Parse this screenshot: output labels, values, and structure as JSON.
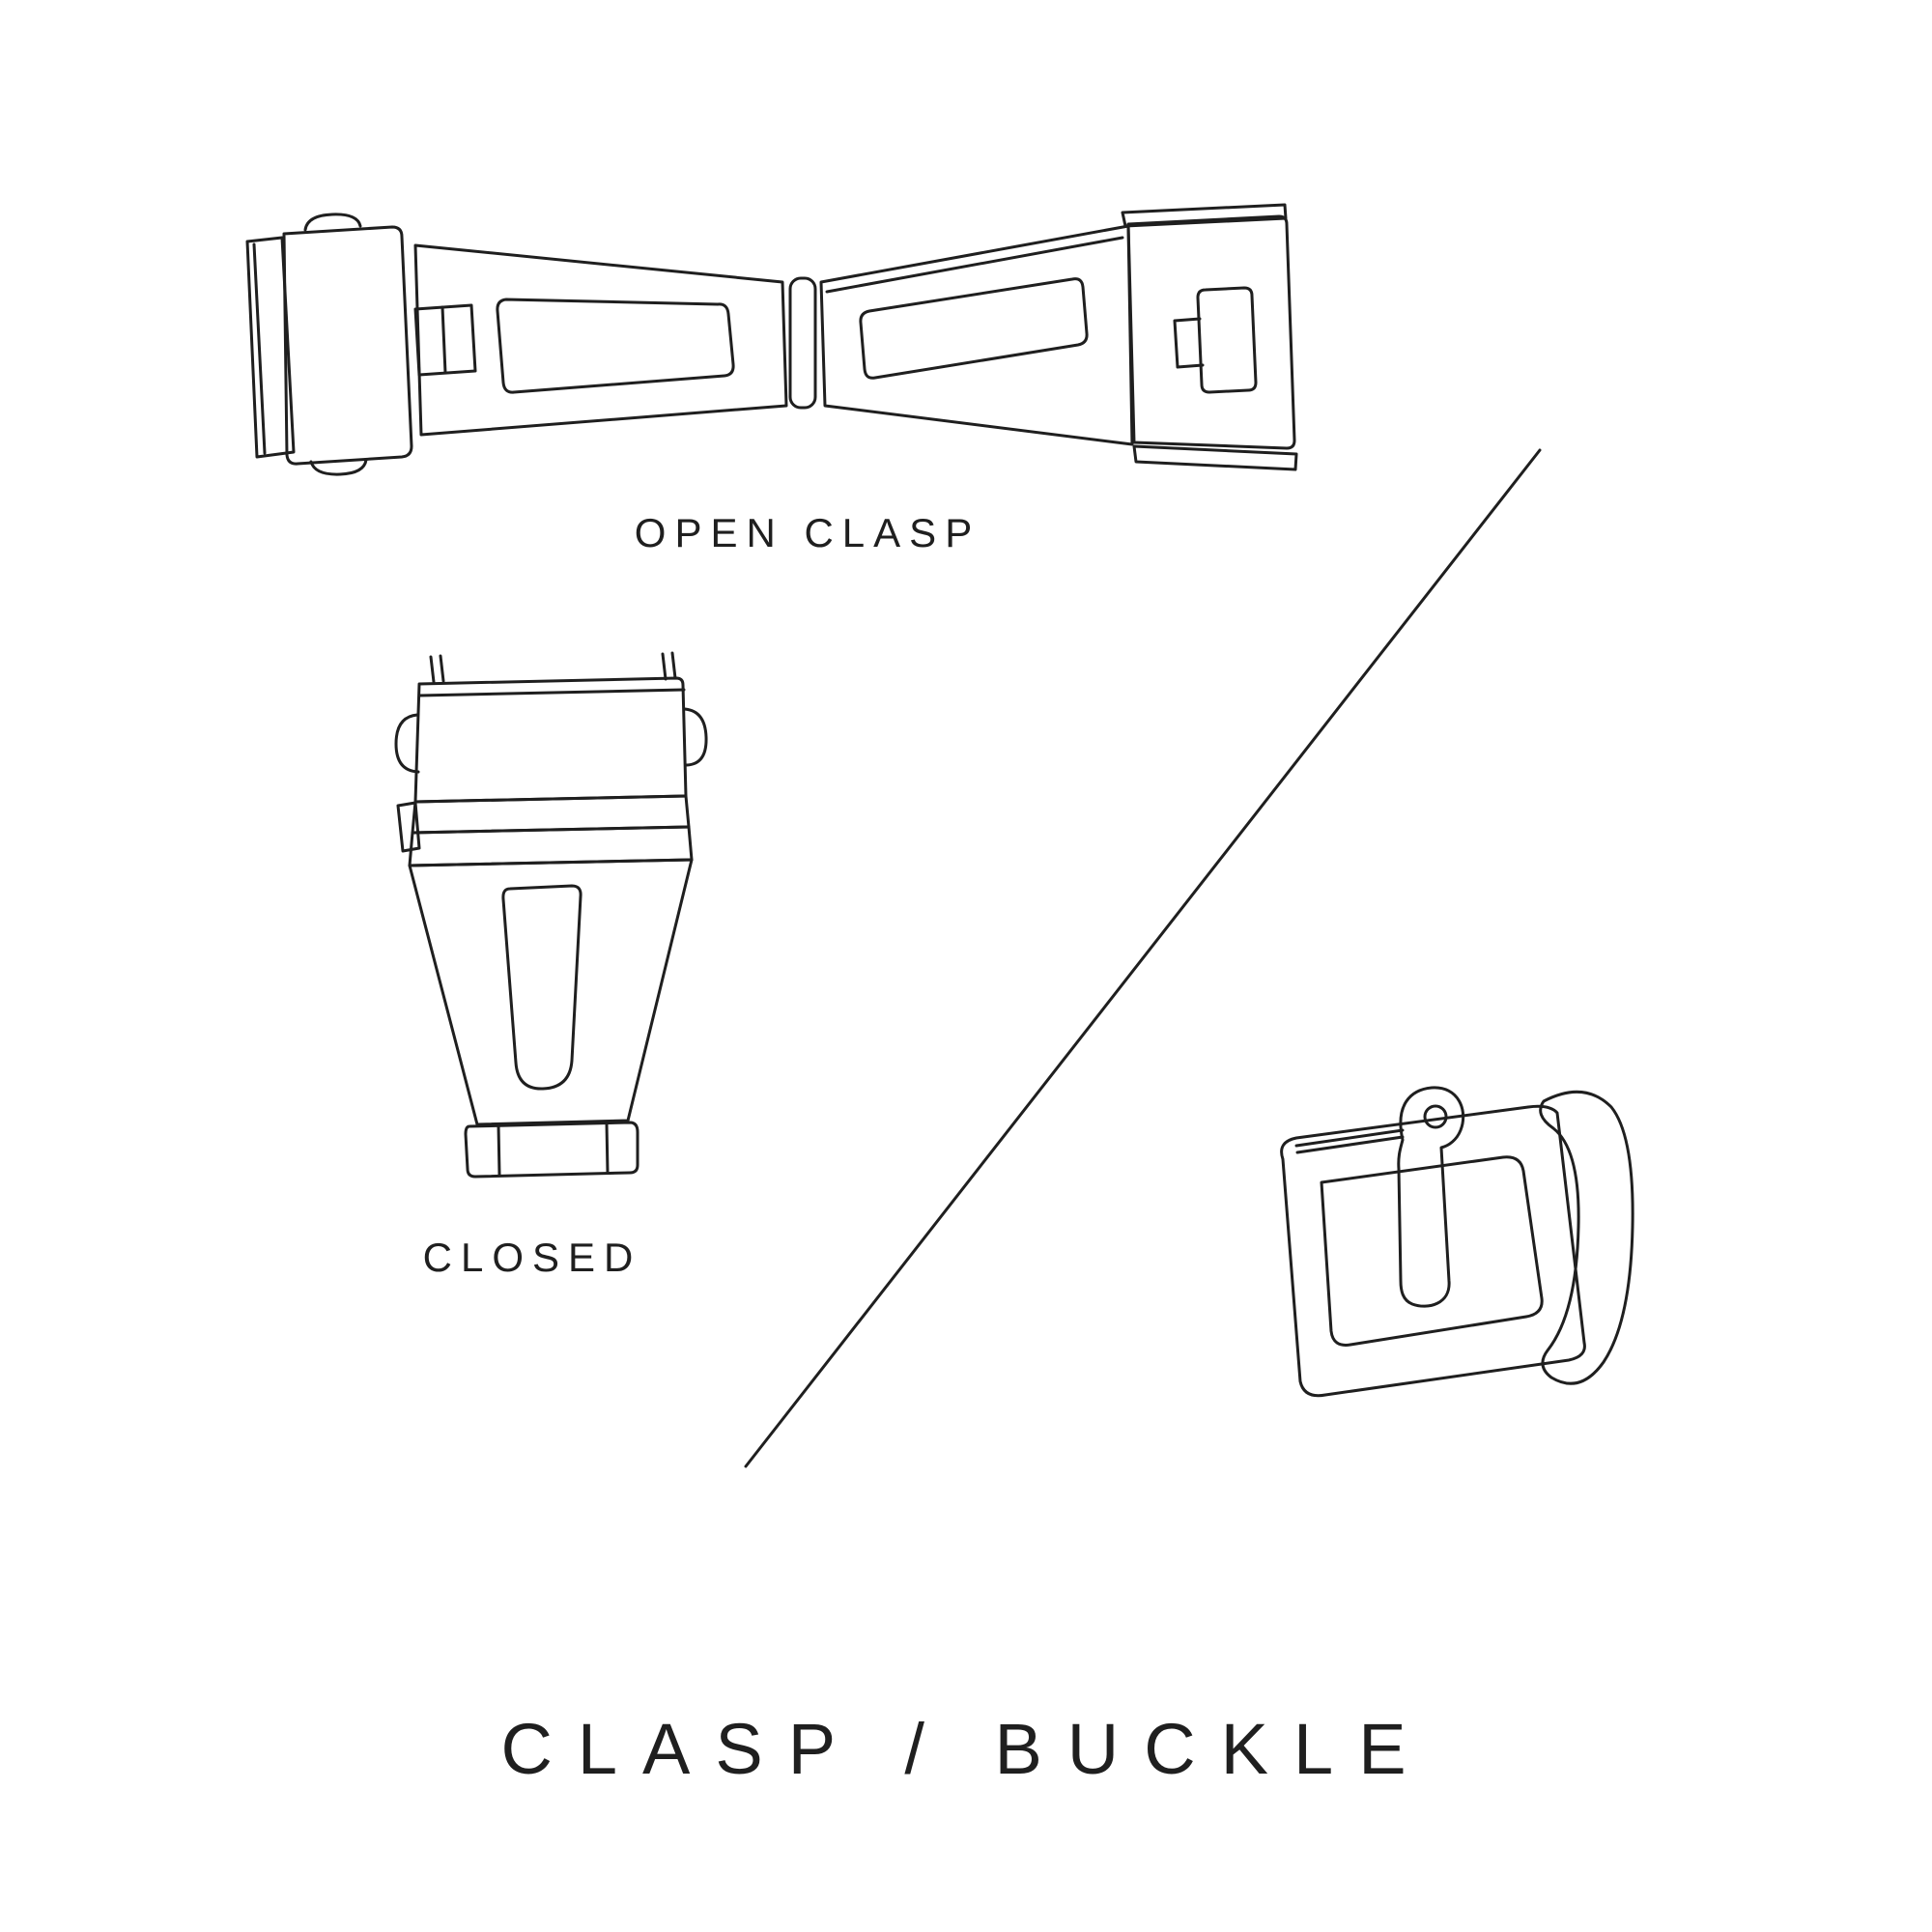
{
  "page": {
    "background": "#ffffff",
    "ink": "#1f1f1f",
    "title": "CLASP / BUCKLE"
  },
  "labels": {
    "open_clasp": "OPEN CLASP",
    "closed": "CLOSED"
  },
  "illustrations": {
    "open_clasp": "open-clasp-line-drawing",
    "closed_clasp": "closed-clasp-line-drawing",
    "buckle": "buckle-line-drawing",
    "divider": "diagonal-divider-line"
  }
}
